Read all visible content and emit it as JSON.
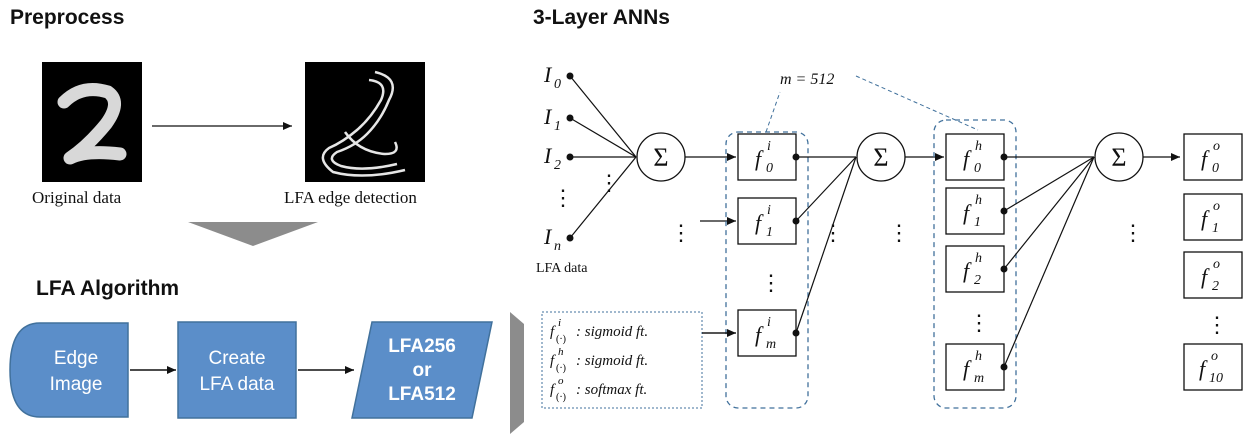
{
  "preprocess": {
    "title": "Preprocess",
    "original_caption": "Original data",
    "edge_caption": "LFA edge detection"
  },
  "lfa_algorithm": {
    "title": "LFA Algorithm",
    "edge_image": [
      "Edge",
      "Image"
    ],
    "create_data": [
      "Create",
      "LFA data"
    ],
    "output": [
      "LFA256",
      "or",
      "LFA512"
    ]
  },
  "ann": {
    "title": "3-Layer ANNs",
    "inputs": [
      "0",
      "1",
      "2",
      "n"
    ],
    "input_symbol": "I",
    "input_caption": "LFA data",
    "m_label": "m = 512",
    "sum_symbol": "Σ",
    "input_layer": {
      "symbol": "f",
      "sup": "i",
      "subs": [
        "0",
        "1",
        "m"
      ]
    },
    "hidden_layer": {
      "symbol": "f",
      "sup": "h",
      "subs": [
        "0",
        "1",
        "2",
        "m"
      ]
    },
    "output_layer": {
      "symbol": "f",
      "sup": "o",
      "subs": [
        "0",
        "1",
        "2",
        "10"
      ]
    },
    "legend": [
      {
        "sup": "i",
        "text": ": sigmoid ft."
      },
      {
        "sup": "h",
        "text": ": sigmoid ft."
      },
      {
        "sup": "o",
        "text": ": softmax ft."
      }
    ],
    "legend_arg": "(·)"
  },
  "colors": {
    "flow_blue": "#5b8ec9",
    "flow_border": "#41719c",
    "dash_blue": "#41719c",
    "gray_arrow": "#8c8c8c"
  }
}
